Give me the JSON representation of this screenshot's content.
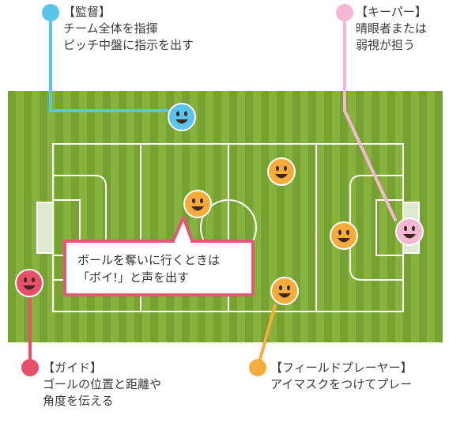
{
  "labels": {
    "coach": {
      "title": "【監督】",
      "lines": [
        "チーム全体を指揮",
        "ピッチ中盤に指示を出す"
      ],
      "color": "#5bc4ec"
    },
    "keeper": {
      "title": "【キーパー】",
      "lines": [
        "晴眼者または",
        "弱視が担う"
      ],
      "color": "#f4b8d2"
    },
    "guide": {
      "title": "【ガイド】",
      "lines": [
        "ゴールの位置と距離や",
        "角度を伝える"
      ],
      "color": "#e8506a"
    },
    "field_player": {
      "title": "【フィールドプレーヤー】",
      "lines": [
        "アイマスクをつけてプレー"
      ],
      "color": "#f6ac3d"
    }
  },
  "callout": {
    "lines": [
      "ボールを奪いに行くときは",
      "「ボイ!」と声を出す"
    ],
    "border_color": "#e05a78"
  },
  "pitch": {
    "stripe_light": "#86b23d",
    "stripe_dark": "#75a233",
    "line_color": "#ffffff"
  },
  "faces": {
    "coach": "#5bc4ec",
    "keeper": "#f4b8d2",
    "guide": "#e8506a",
    "player": "#f6ac3d",
    "feature_color": "#3a2a20"
  }
}
